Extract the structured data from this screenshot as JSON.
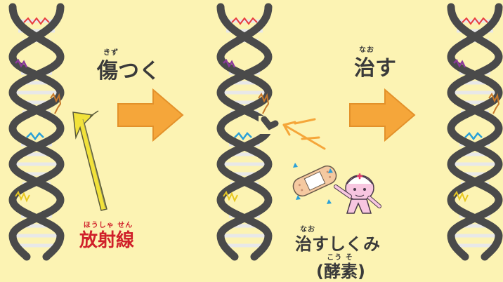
{
  "labels": {
    "damage": {
      "text": "傷つく",
      "ruby": "きず"
    },
    "repair": {
      "text": "治す",
      "ruby": "なお"
    },
    "radiation": {
      "text": "放射線",
      "ruby": "ほうしゃ せん"
    },
    "mechanism": {
      "text": "治すしくみ",
      "ruby": "なお"
    },
    "enzyme": {
      "text": "(酵素)",
      "ruby": "こう そ"
    }
  },
  "colors": {
    "background": "#fcf3b3",
    "dna_strand": "#4a4a4a",
    "arrow": "#f5a63a",
    "radiation_text": "#d0202a",
    "radiation_beam": "#f2e23a",
    "base_red": "#e83a3a",
    "base_purple": "#8a3a9a",
    "base_orange": "#c8782a",
    "base_blue": "#2aa0d8",
    "base_yellow": "#e8c820"
  },
  "icons": [
    "dna-helix-icon",
    "radiation-beam-icon",
    "bandage-icon",
    "nurse-character-icon"
  ]
}
